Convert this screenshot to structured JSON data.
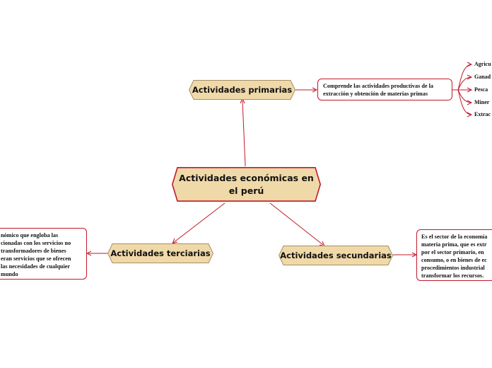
{
  "central": {
    "label_line1": "Actividades económicas en",
    "label_line2": "el perú"
  },
  "primarias": {
    "label": "Actividades primarias",
    "note_line1": "Comprende las actividades productivas de la",
    "note_line2": "extracción y obtención de materias primas",
    "leaves": [
      "Agricu",
      "Ganad",
      "Pesca",
      "Miner",
      "Extrac"
    ]
  },
  "secundarias": {
    "label": "Actividades secundarias",
    "note_lines": [
      "Es el sector de la economía",
      "materia prima, que es extr",
      "por el sector primario, en",
      "consumo, o en bienes de ec",
      "procedimientos industrial",
      "transformar los recursos."
    ]
  },
  "terciarias": {
    "label": "Actividades terciarias",
    "note_lines": [
      "nómico que engloba las",
      "cionadas con los servicios no",
      "transformadores de bienes",
      "eran servicios que se ofrecen",
      "las necesidades de cualquier",
      "mundo"
    ]
  },
  "colors": {
    "node_fill": "#f0d9a8",
    "node_border": "#a58f68",
    "central_border": "#c2182b",
    "link": "#c2182b"
  }
}
